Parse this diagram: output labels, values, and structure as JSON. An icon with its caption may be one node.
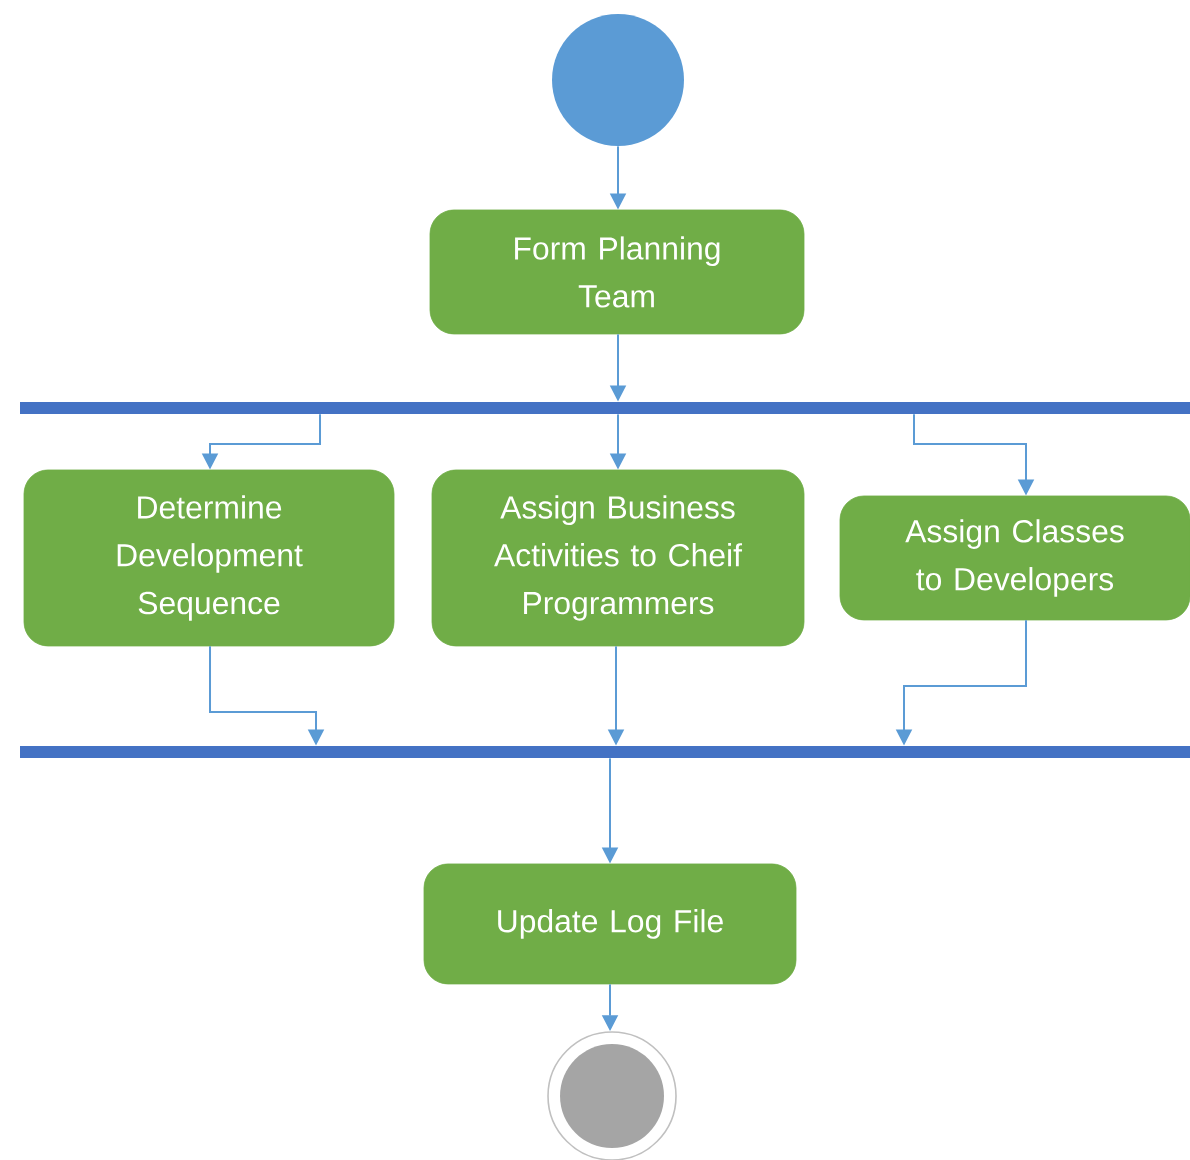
{
  "diagram": {
    "nodes": [
      {
        "text": [],
        "shape": "circle"
      },
      {
        "text": [
          "Form Planning Team"
        ]
      },
      {
        "text": [],
        "shape": "bar"
      },
      {
        "text": [
          "Determine Development Sequence"
        ]
      },
      {
        "text": [
          "Assign Business Activities to Cheif Programmers"
        ]
      },
      {
        "text": [
          "Assign Classes to Developers"
        ]
      },
      {
        "text": [],
        "shape": "bar"
      },
      {
        "text": [
          "Update Log File"
        ]
      },
      {
        "text": [],
        "shape": "circle"
      }
    ],
    "edges": [
      {
        "from": 0,
        "to": 1,
        "arrow": "to"
      },
      {
        "from": 1,
        "to": 2,
        "arrow": "to"
      },
      {
        "from": 2,
        "to": 3,
        "arrow": "to"
      },
      {
        "from": 2,
        "to": 4,
        "arrow": "to"
      },
      {
        "from": 2,
        "to": 5,
        "arrow": "to"
      },
      {
        "from": 3,
        "to": 6,
        "arrow": "to"
      },
      {
        "from": 4,
        "to": 6,
        "arrow": "to"
      },
      {
        "from": 5,
        "to": 6,
        "arrow": "to"
      },
      {
        "from": 6,
        "to": 7,
        "arrow": "to"
      },
      {
        "from": 7,
        "to": 8,
        "arrow": "to"
      }
    ]
  }
}
